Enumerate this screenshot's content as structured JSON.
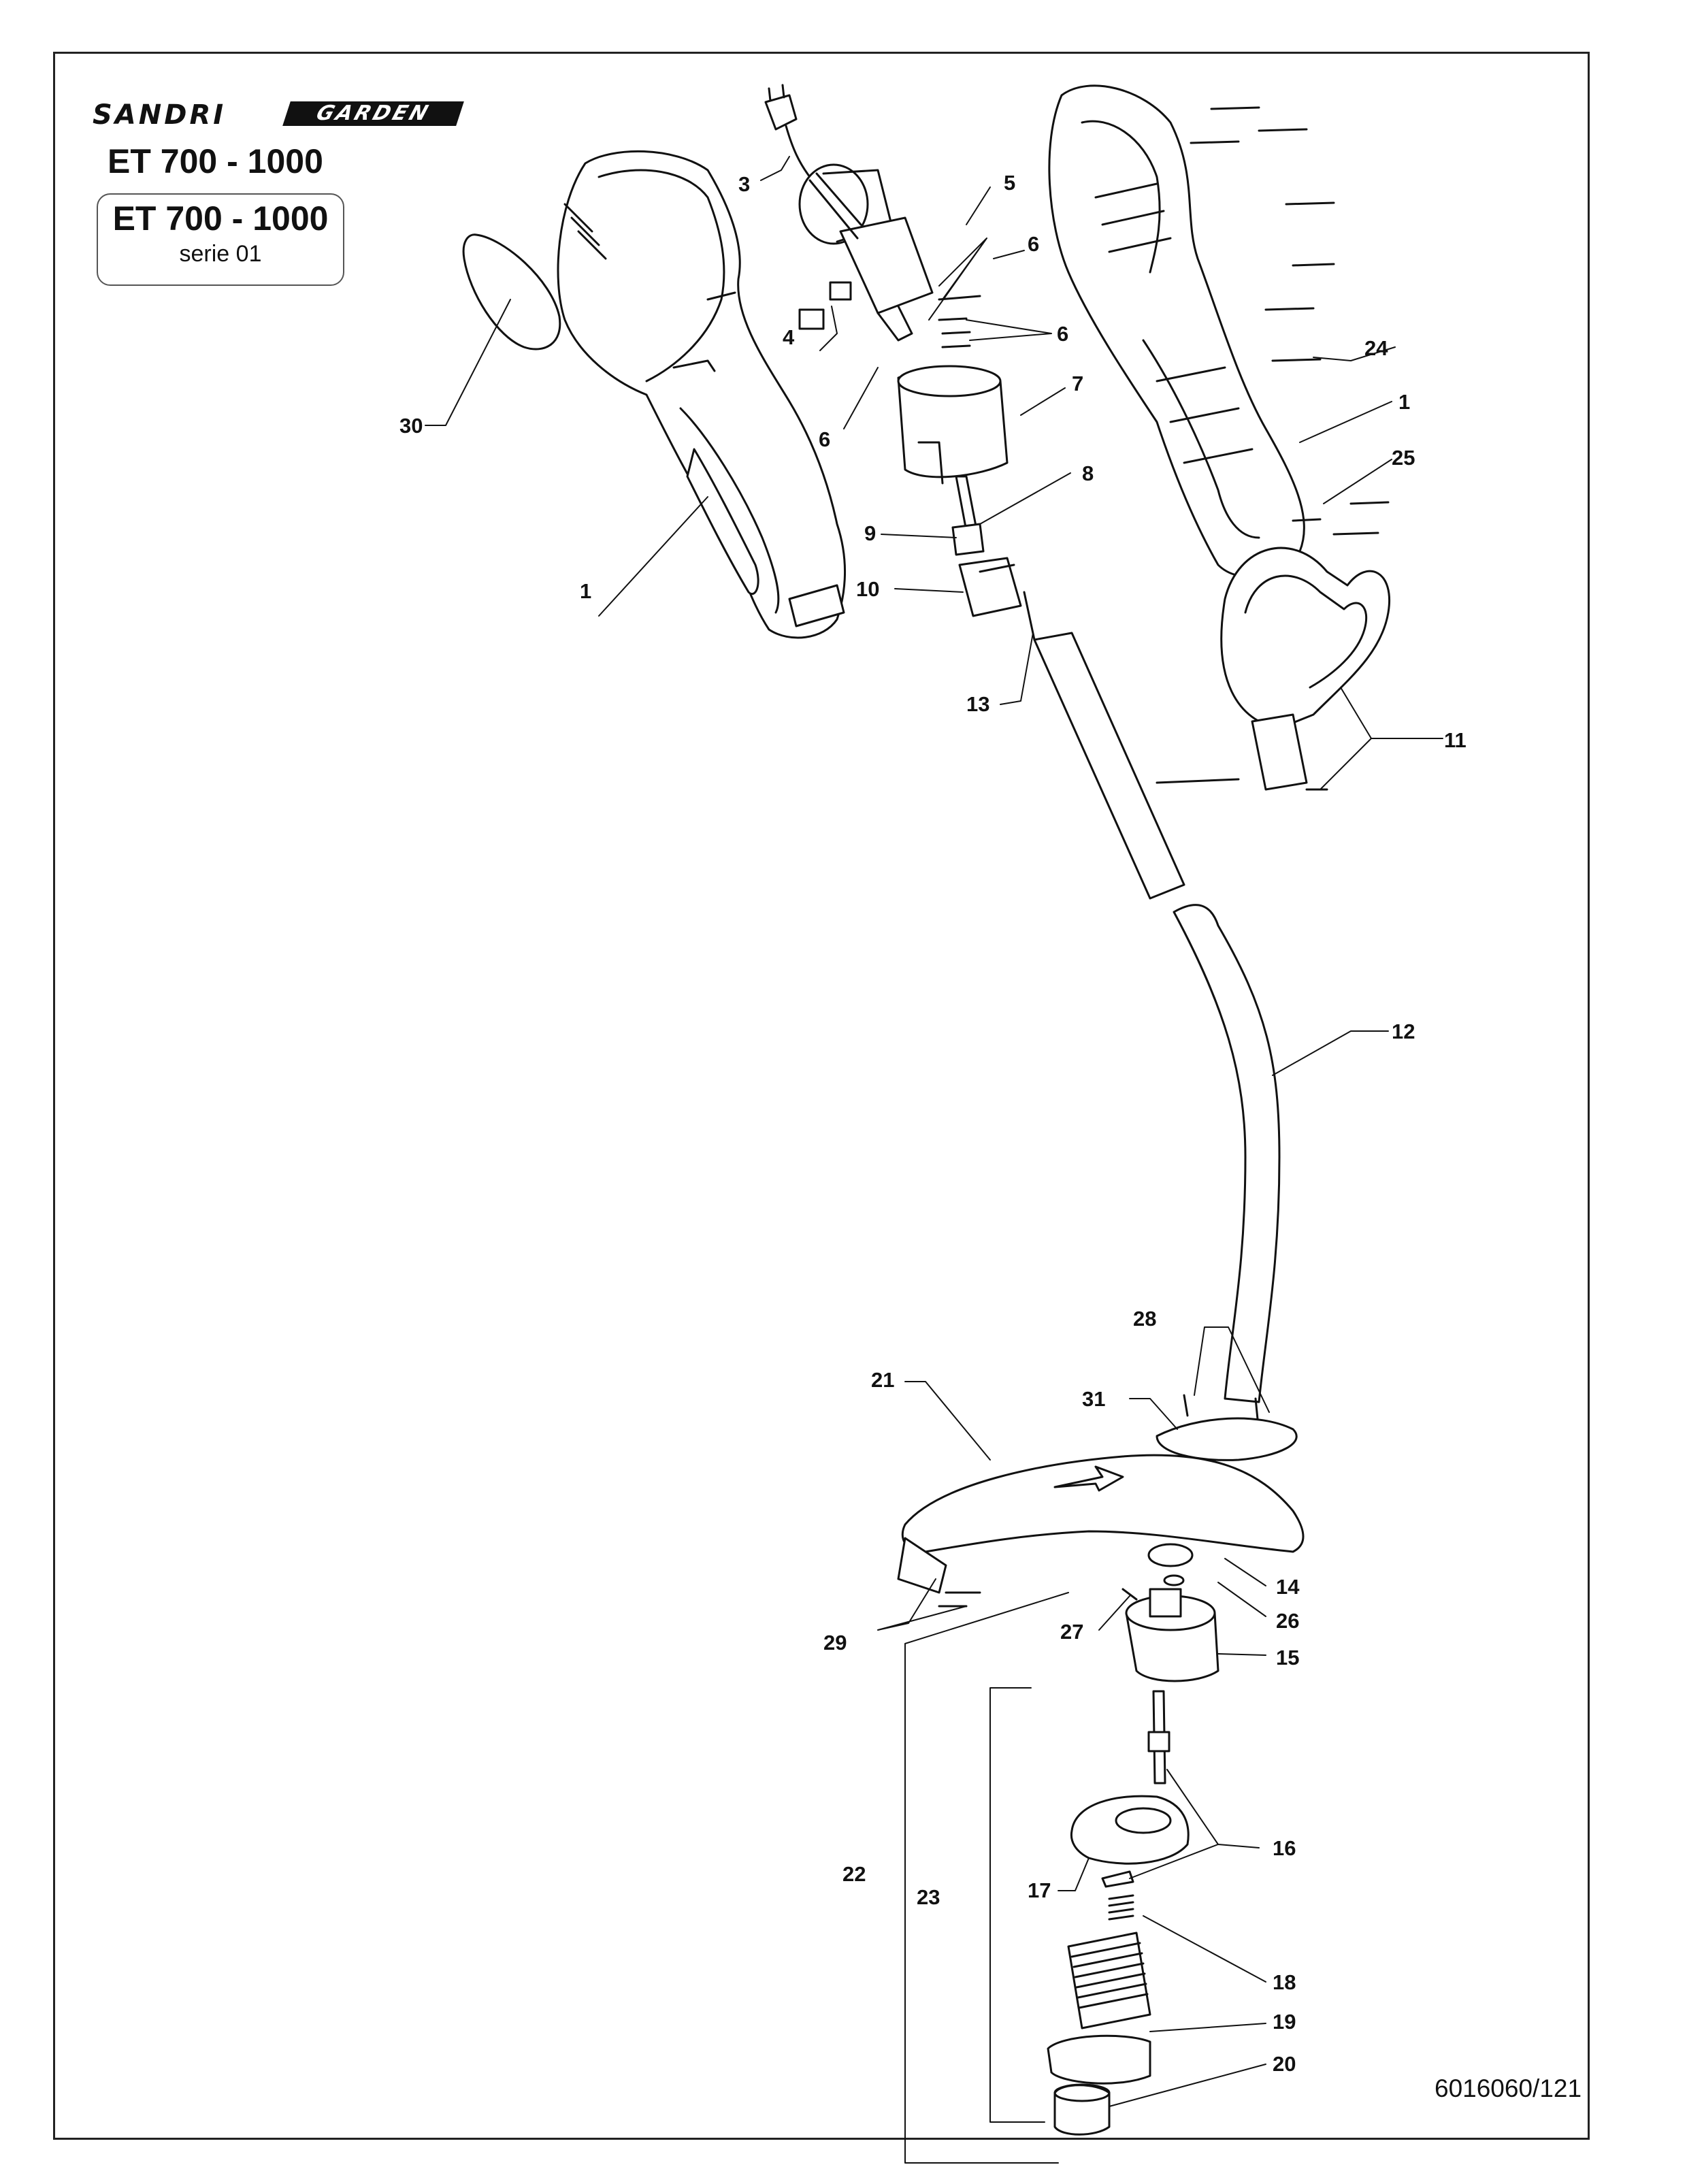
{
  "header": {
    "brand_left": "SANDRI",
    "brand_right": "GARDEN",
    "model_title": "ET 700 - 1000",
    "model_box_title": "ET 700 - 1000",
    "series": "serie 01"
  },
  "callouts": {
    "c1a": "1",
    "c1b": "1",
    "c3": "3",
    "c4": "4",
    "c5": "5",
    "c6a": "6",
    "c6b": "6",
    "c6c": "6",
    "c7": "7",
    "c8": "8",
    "c9": "9",
    "c10": "10",
    "c11": "11",
    "c12": "12",
    "c13": "13",
    "c14": "14",
    "c15": "15",
    "c16": "16",
    "c17": "17",
    "c18": "18",
    "c19": "19",
    "c20": "20",
    "c21": "21",
    "c22": "22",
    "c23": "23",
    "c24": "24",
    "c25": "25",
    "c26": "26",
    "c27": "27",
    "c28": "28",
    "c29": "29",
    "c30": "30",
    "c31": "31"
  },
  "footer": {
    "document_number": "6016060/121"
  }
}
